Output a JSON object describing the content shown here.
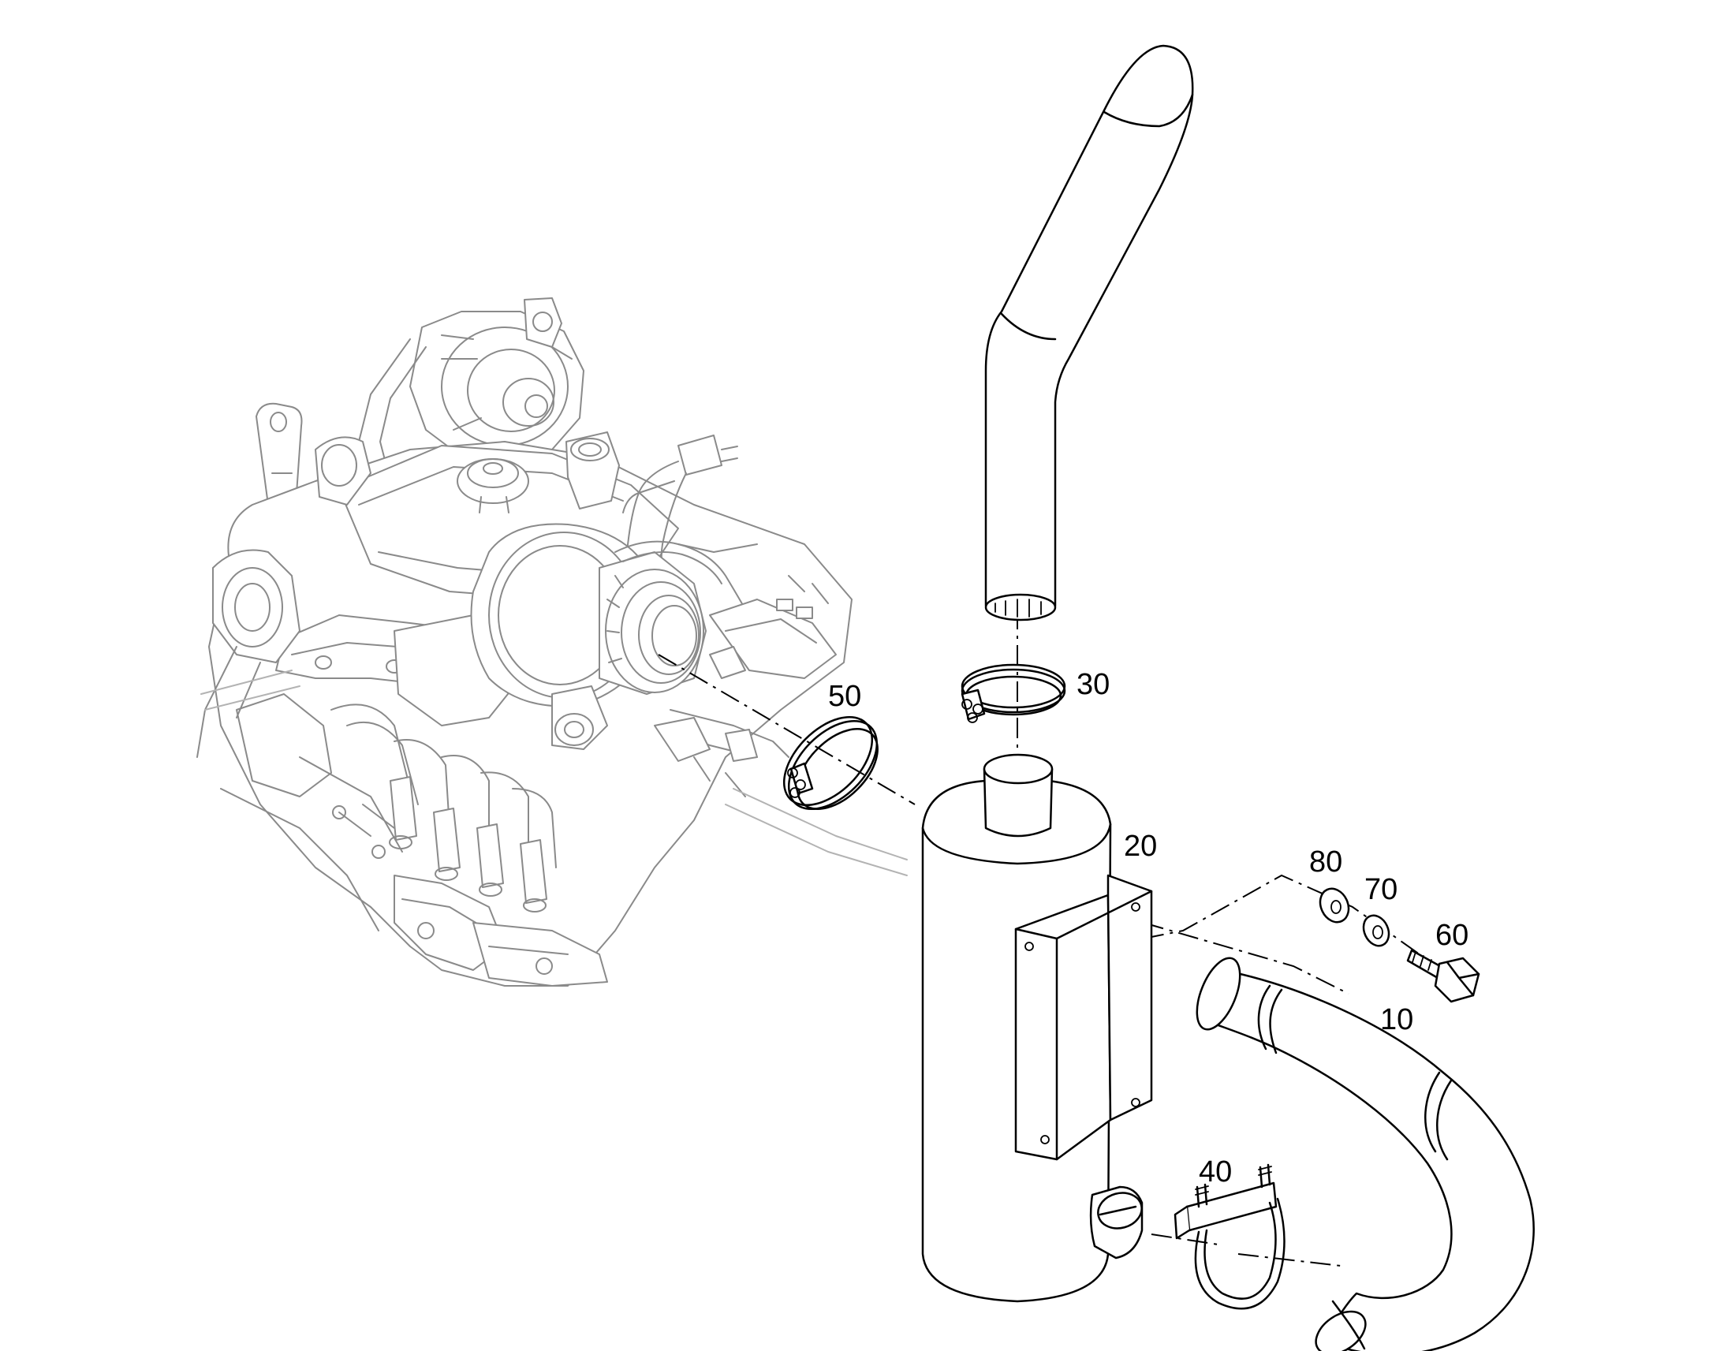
{
  "callouts": {
    "pipe_elbow": "10",
    "muffler": "20",
    "clamp_top": "30",
    "u_bolt_clamp": "40",
    "clamp_turbo": "50",
    "bolt": "60",
    "lock_washer": "70",
    "flat_washer": "80"
  }
}
